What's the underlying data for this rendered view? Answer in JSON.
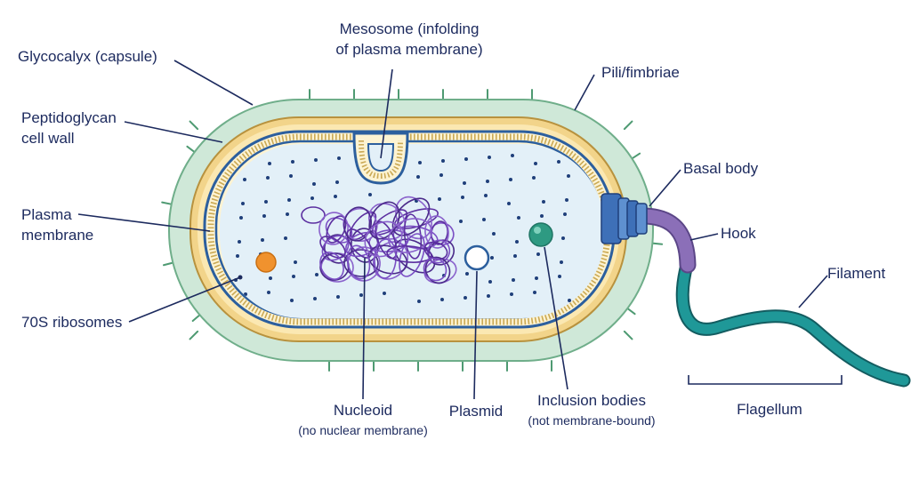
{
  "labels": {
    "glycocalyx": "Glycocalyx (capsule)",
    "peptidoglycan_1": "Peptidoglycan",
    "peptidoglycan_2": "cell wall",
    "plasma_1": "Plasma",
    "plasma_2": "membrane",
    "ribosomes": "70S ribosomes",
    "mesosome_1": "Mesosome (infolding",
    "mesosome_2": "of plasma membrane)",
    "pili": "Pili/fimbriae",
    "basal_body": "Basal body",
    "hook": "Hook",
    "filament": "Filament",
    "nucleoid": "Nucleoid",
    "nucleoid_note": "(no nuclear membrane)",
    "plasmid": "Plasmid",
    "inclusion": "Inclusion bodies",
    "inclusion_note": "(not membrane-bound)",
    "flagellum": "Flagellum"
  },
  "colors": {
    "capsule": "#cfe8d8",
    "capsule_edge": "#6fae8a",
    "wall": "#f2d48a",
    "wall_edge": "#b8923e",
    "membrane": "#2c5f9e",
    "cytoplasm": "#e3f0f8",
    "nucleoid": "#6a3fb0",
    "ribosome": "#1f3f7a",
    "inclusion": "#2e9a82",
    "granule": "#f0922e",
    "plasmid": "#2c5f9e",
    "hook": "#8b6fb8",
    "filament": "#1f8f8f",
    "text": "#1c2a5e"
  }
}
